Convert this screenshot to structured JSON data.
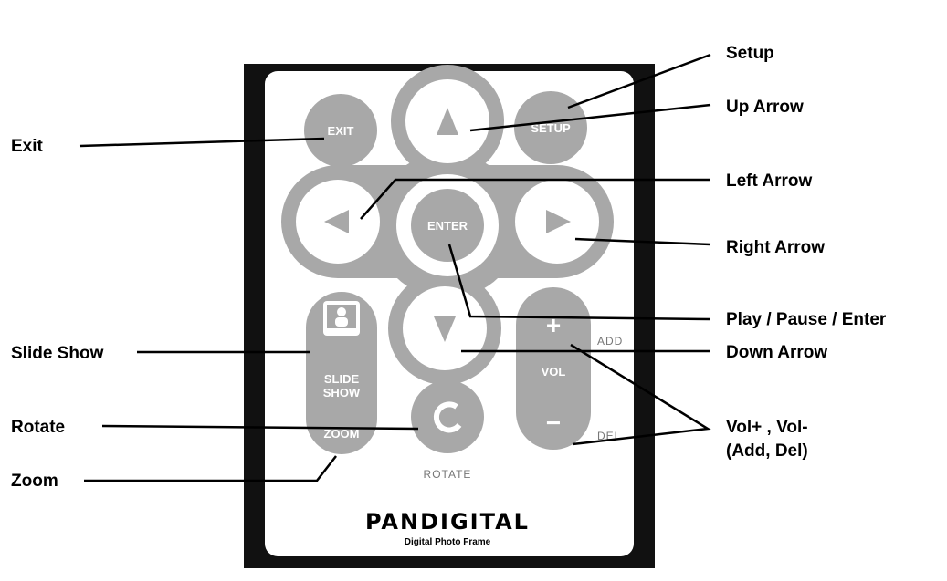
{
  "labels": {
    "exit": "Exit",
    "slide_show": "Slide Show",
    "rotate": "Rotate",
    "zoom": "Zoom",
    "setup": "Setup",
    "up_arrow": "Up Arrow",
    "left_arrow": "Left Arrow",
    "right_arrow": "Right Arrow",
    "play_pause_enter": "Play / Pause / Enter",
    "down_arrow": "Down Arrow",
    "vol_line1": "Vol+ , Vol-",
    "vol_line2": "(Add, Del)"
  },
  "remote": {
    "exit": "EXIT",
    "setup": "SETUP",
    "enter": "ENTER",
    "slide": "SLIDE",
    "show": "SHOW",
    "zoom": "ZOOM",
    "vol": "VOL",
    "plus": "+",
    "minus": "−",
    "add": "ADD",
    "del": "DEL",
    "rotate": "ROTATE",
    "brand": "PANDIGITAL",
    "subtitle": "Digital Photo Frame"
  },
  "colors": {
    "button_gray": "#a8a8a8",
    "body": "#111111"
  }
}
